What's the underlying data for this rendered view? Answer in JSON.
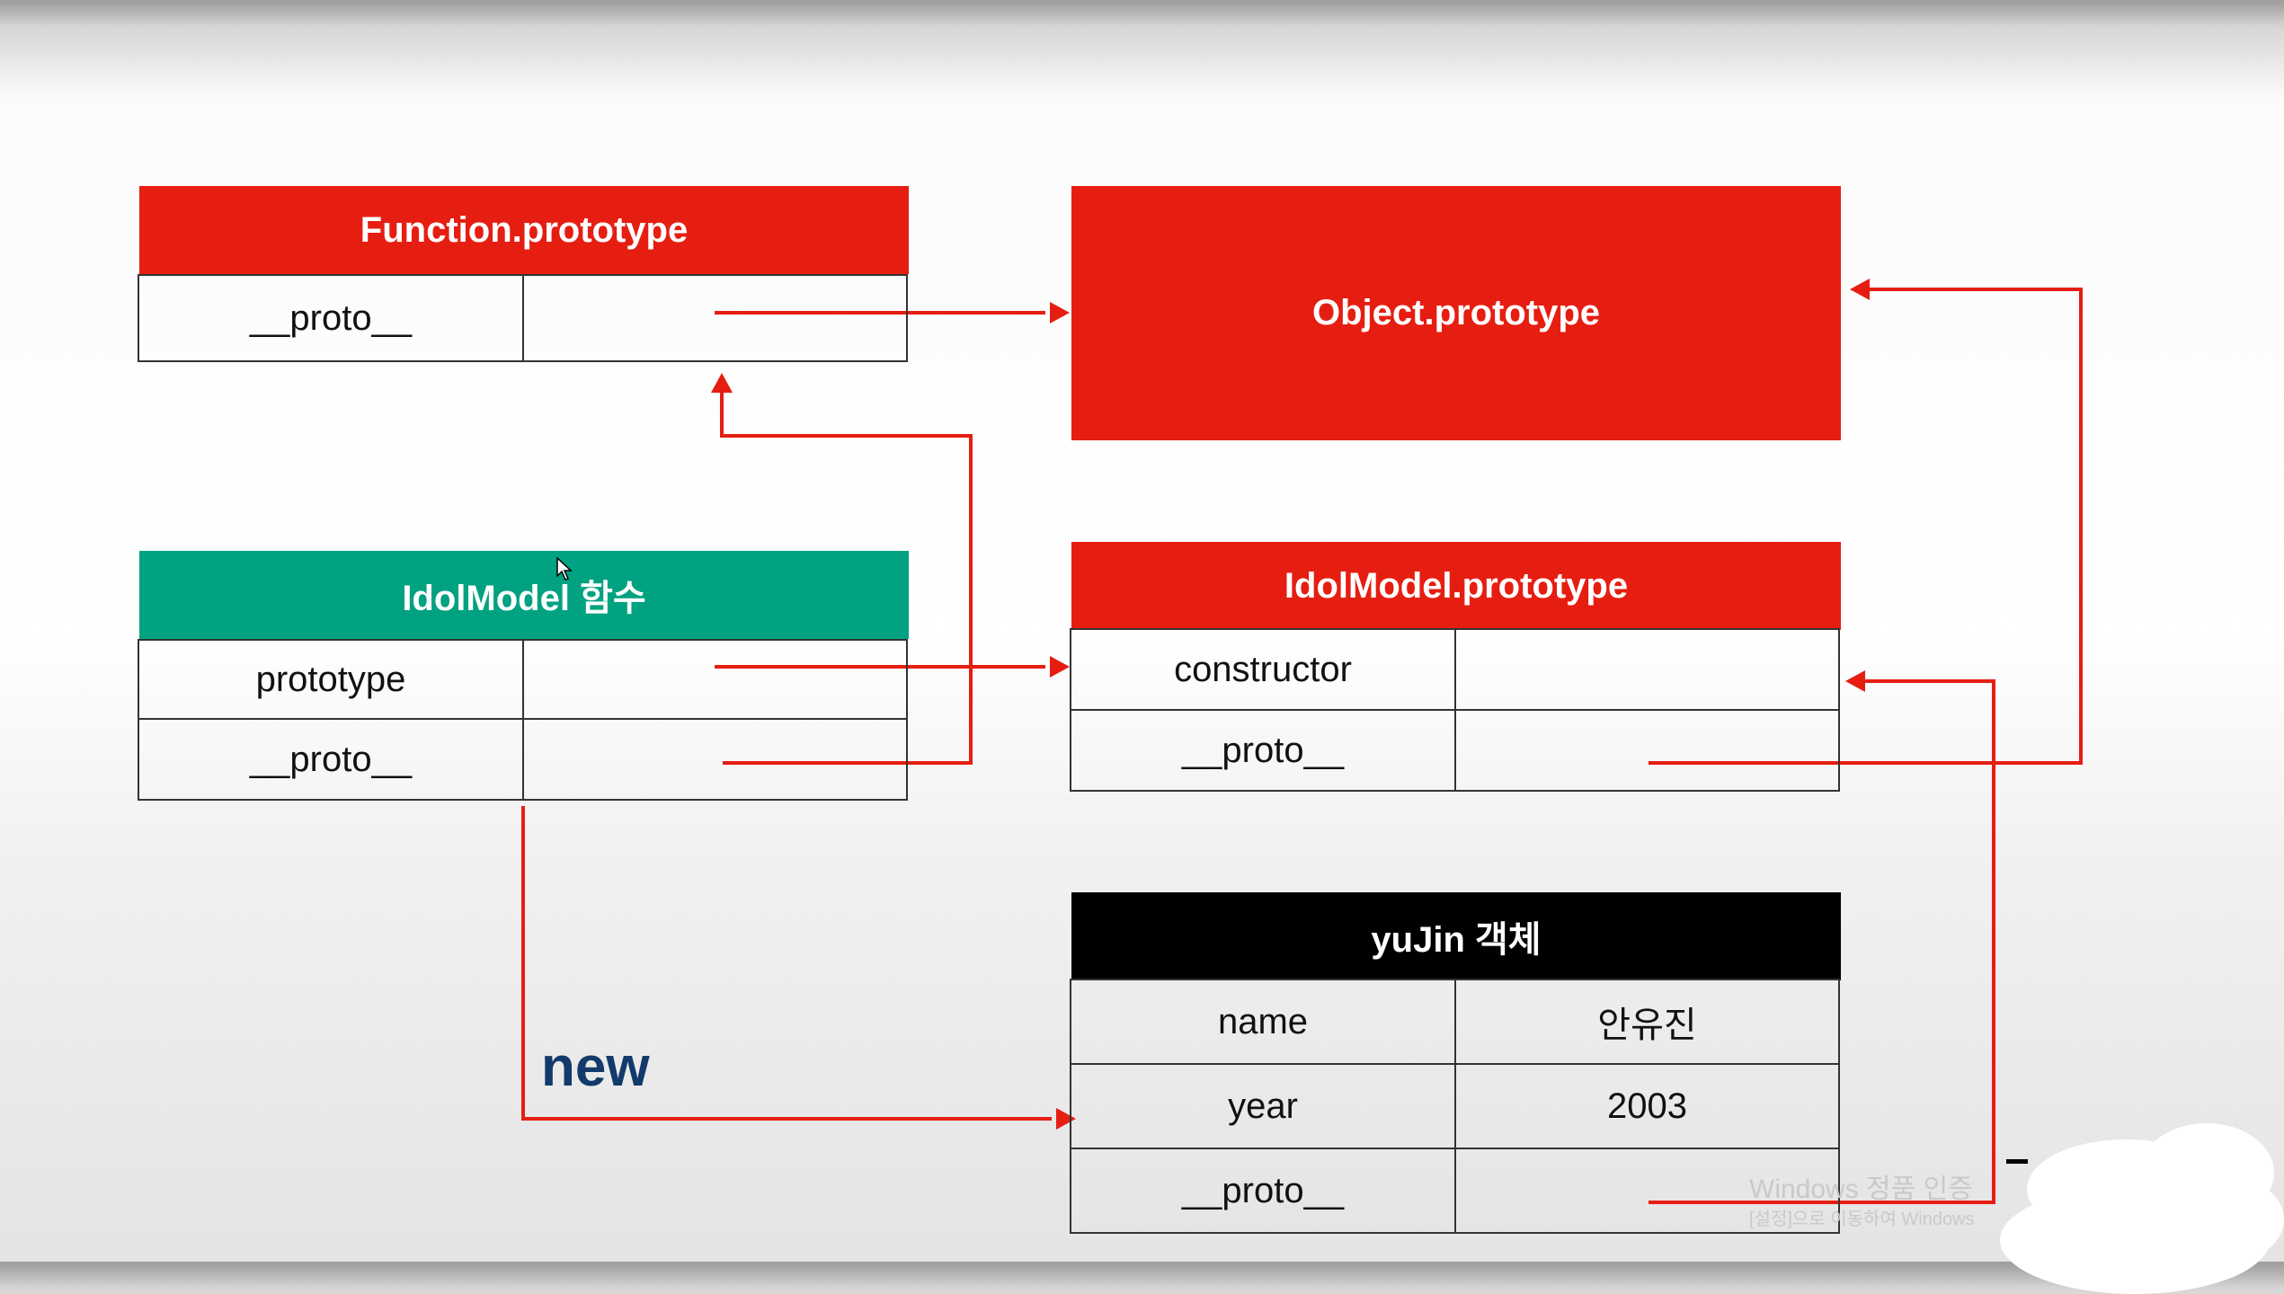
{
  "nodes": {
    "function_prototype": {
      "title": "Function.prototype",
      "rows": [
        {
          "key": "__proto__",
          "value": ""
        }
      ]
    },
    "object_prototype": {
      "title": "Object.prototype"
    },
    "idolmodel_function": {
      "title": "IdolModel 함수",
      "rows": [
        {
          "key": "prototype",
          "value": ""
        },
        {
          "key": "__proto__",
          "value": ""
        }
      ]
    },
    "idolmodel_prototype": {
      "title": "IdolModel.prototype",
      "rows": [
        {
          "key": "constructor",
          "value": ""
        },
        {
          "key": "__proto__",
          "value": ""
        }
      ]
    },
    "yujin_object": {
      "title": "yuJin 객체",
      "rows": [
        {
          "key": "name",
          "value": "안유진"
        },
        {
          "key": "year",
          "value": "2003"
        },
        {
          "key": "__proto__",
          "value": ""
        }
      ]
    }
  },
  "edge_labels": {
    "new": "new"
  },
  "watermark": {
    "line1": "Windows 정품 인증",
    "line2": "[설정]으로 이동하여 Windows"
  },
  "colors": {
    "red": "#e61e12",
    "green": "#00a281",
    "black": "#000000",
    "arrow": "#e61e12",
    "label": "#123a6b"
  }
}
